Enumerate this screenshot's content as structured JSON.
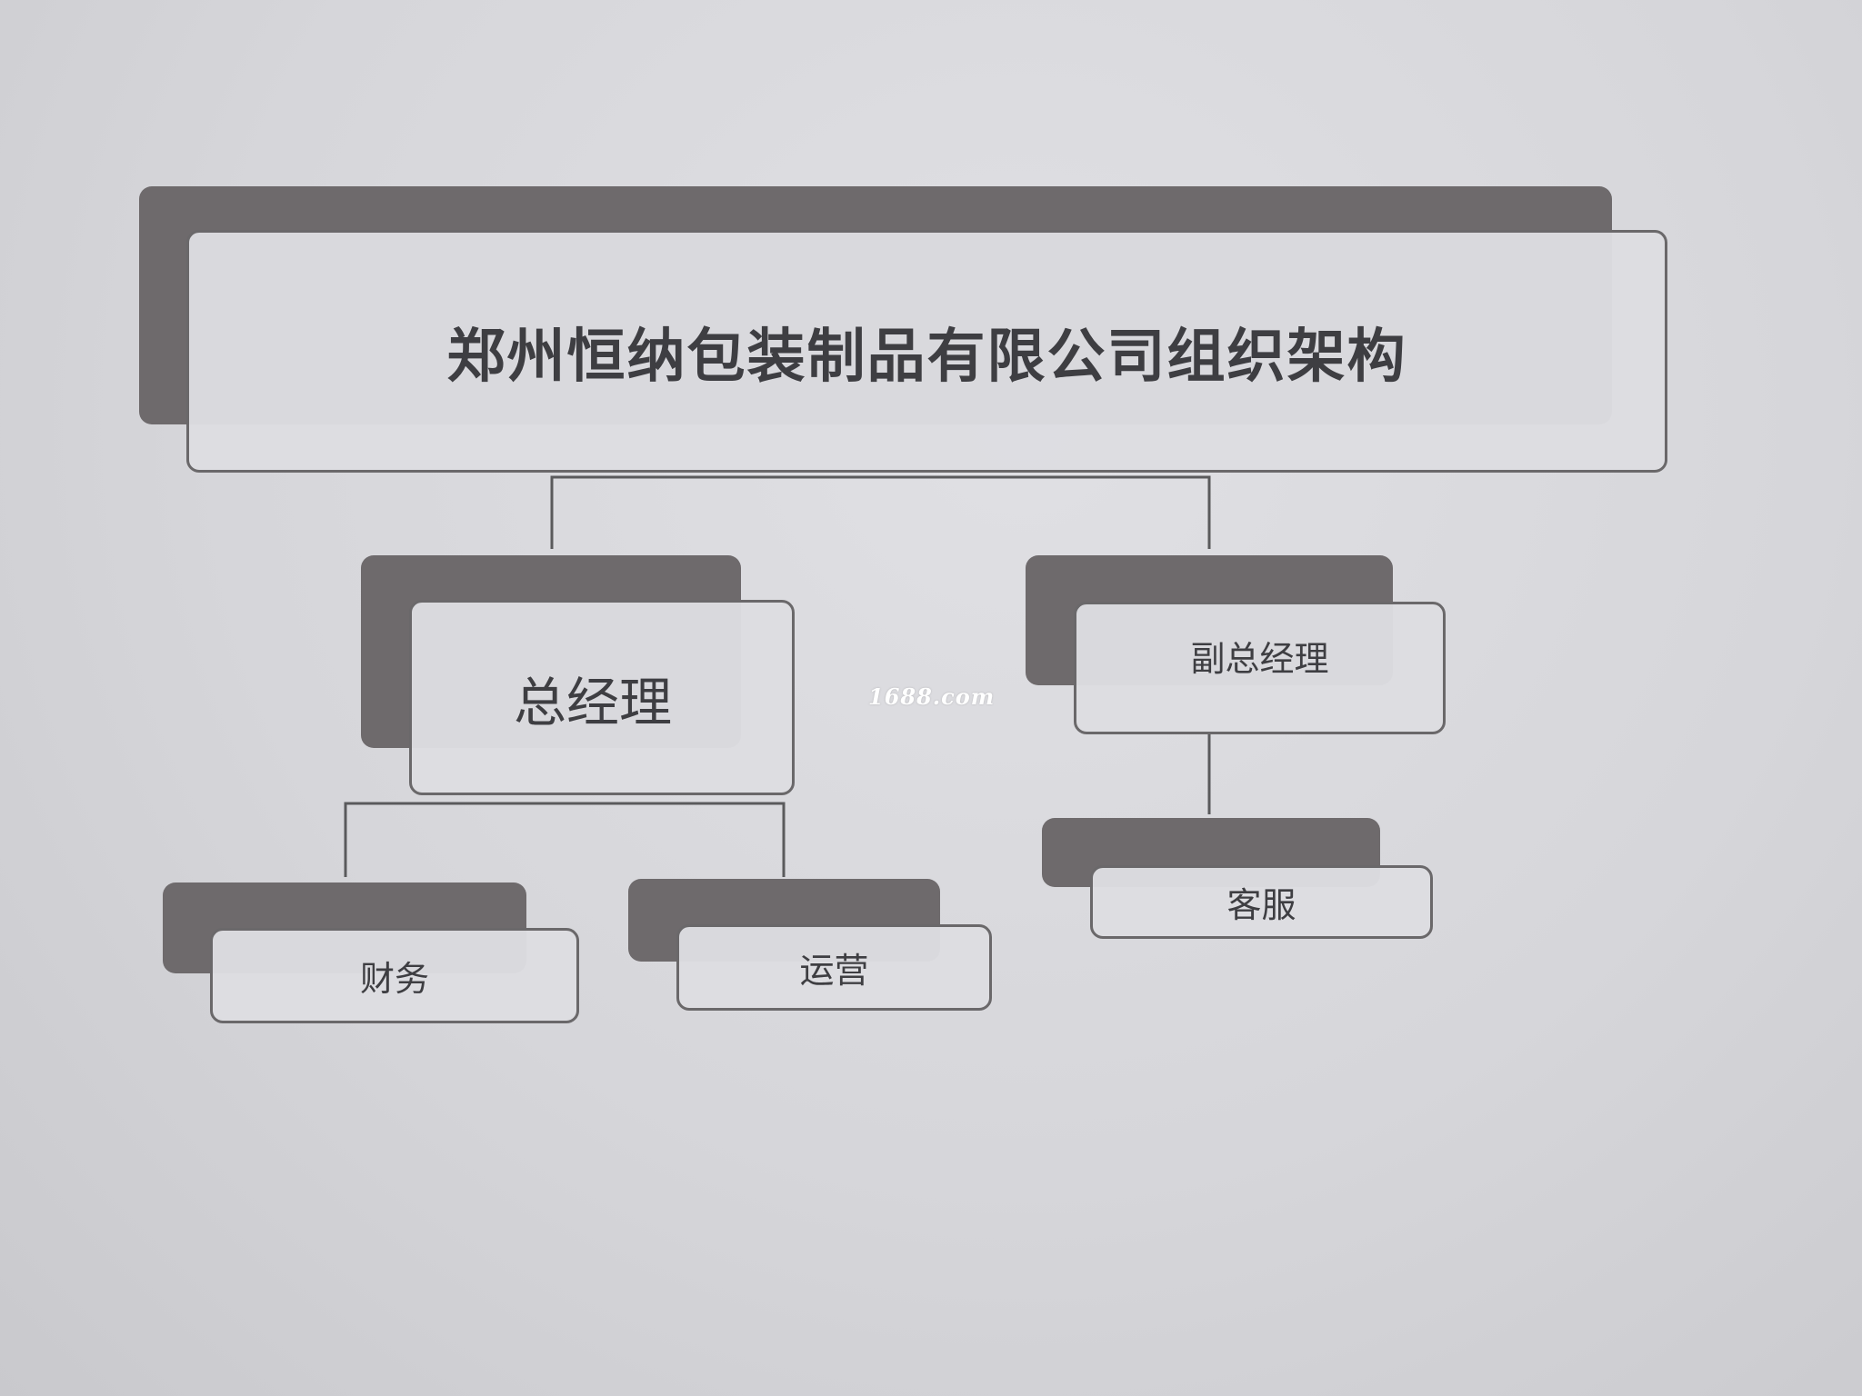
{
  "chart": {
    "title": "郑州恒纳包装制品有限公司组织架构",
    "nodes": {
      "general_manager": "总经理",
      "deputy_general_manager": "副总经理",
      "finance": "财务",
      "operations": "运营",
      "customer_service": "客服"
    }
  },
  "watermark": "1688.com",
  "colors": {
    "background": "#d8d8dc",
    "shadow_block": "#6e6a6c",
    "box_fill": "#dddde1",
    "box_border": "#6a686a",
    "text": "#3e3e42",
    "connector": "#5a5a5c"
  }
}
